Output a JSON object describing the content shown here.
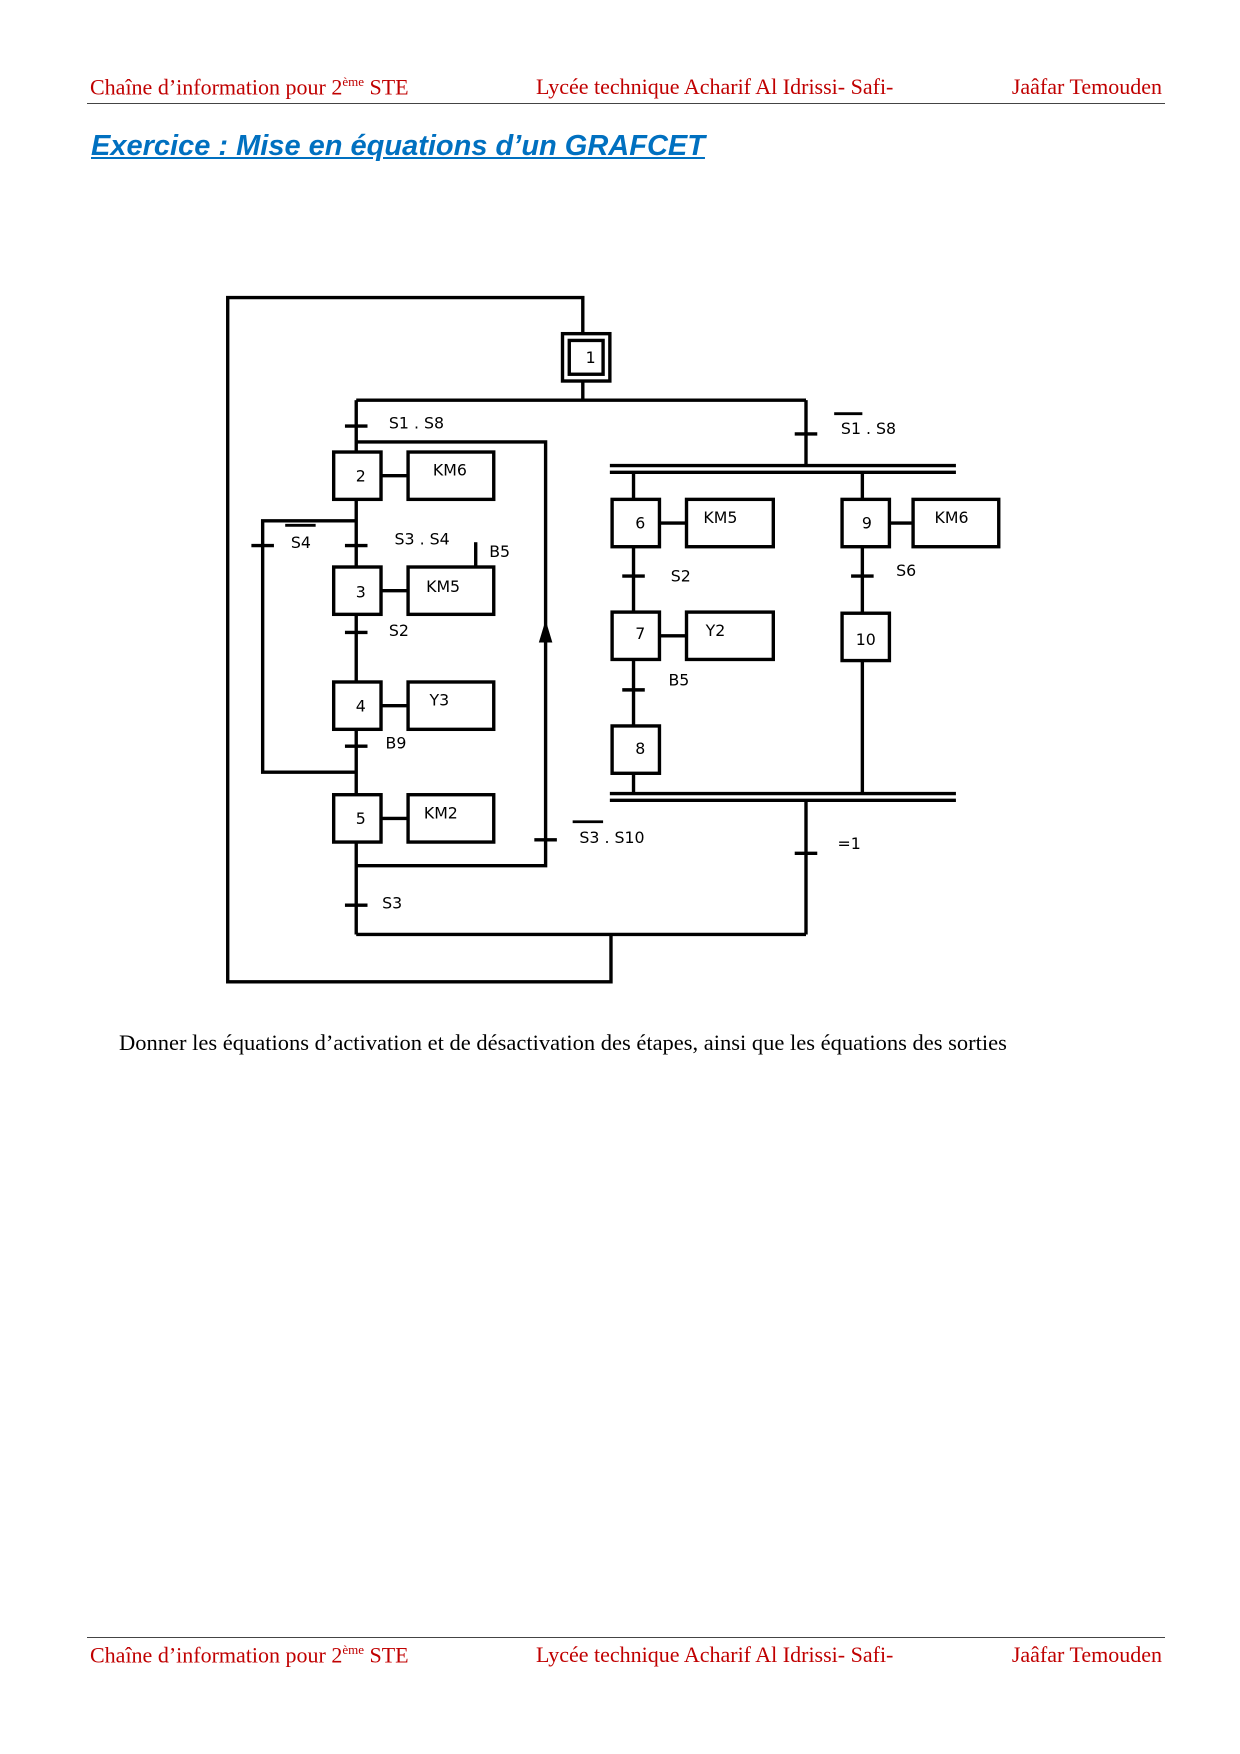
{
  "header": {
    "left": "Chaîne d’information pour 2",
    "left_sup": "ème",
    "left_end": " STE",
    "center": "Lycée technique Acharif Al Idrissi- Safi-",
    "right": "Jaâfar Temouden"
  },
  "title": "Exercice : Mise en équations d’un GRAFCET",
  "grafcet": {
    "steps": [
      "1",
      "2",
      "3",
      "4",
      "5",
      "6",
      "7",
      "8",
      "9",
      "10"
    ],
    "actions": {
      "a2": "KM6",
      "a3": "KM5",
      "a4": "Y3",
      "a5": "KM2",
      "a6": "KM5",
      "a7": "Y2",
      "a9": "KM6"
    },
    "transitions": {
      "t12": "S1 . S8",
      "t1_6_9": "S1 . S8",
      "t23": "S3 . S4",
      "t24": "S4",
      "t34": "S2",
      "t45": "B9",
      "t5_2": "S3 . S10",
      "t51": "S3",
      "t67": "S2",
      "t78": "B5",
      "t9_10": "S6",
      "t_join": "=1"
    },
    "condition_b5": "B5"
  },
  "instruction": "Donner les équations d’activation et de désactivation des étapes, ainsi que les équations des sorties",
  "footer": {
    "left": "Chaîne d’information pour 2",
    "left_sup": "ème",
    "left_end": " STE",
    "center": "Lycée technique Acharif Al Idrissi- Safi-",
    "right": "Jaâfar Temouden"
  }
}
